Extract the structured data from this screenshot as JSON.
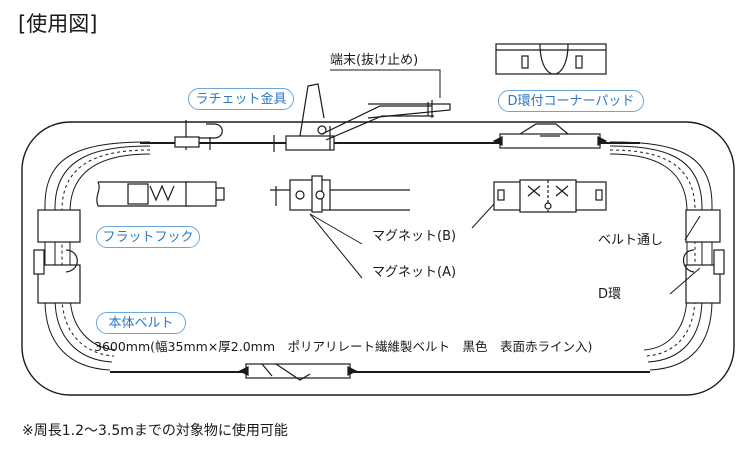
{
  "header": {
    "title": "[使用図]"
  },
  "labels": {
    "end_stopper": "端末(抜け止め)",
    "ratchet": "ラチェット金具",
    "d_ring_pad": "D環付コーナーパッド",
    "flat_hook": "フラットフック",
    "magnet_b": "マグネット(B)",
    "magnet_a": "マグネット(A)",
    "belt_loop": "ベルト通し",
    "d_ring": "D環",
    "body_belt": "本体ベルト",
    "belt_spec": "3600mm(幅35mm×厚2.0mm　ポリアリレート繊維製ベルト　黒色　表面赤ライン入)"
  },
  "footer": {
    "note": "※周長1.2～3.5mまでの対象物に使用可能"
  },
  "colors": {
    "accent": "#6aa7d8",
    "accent_text": "#2a78c2",
    "line": "#1a1a1a",
    "belt_fill": "#f2f2f2"
  }
}
